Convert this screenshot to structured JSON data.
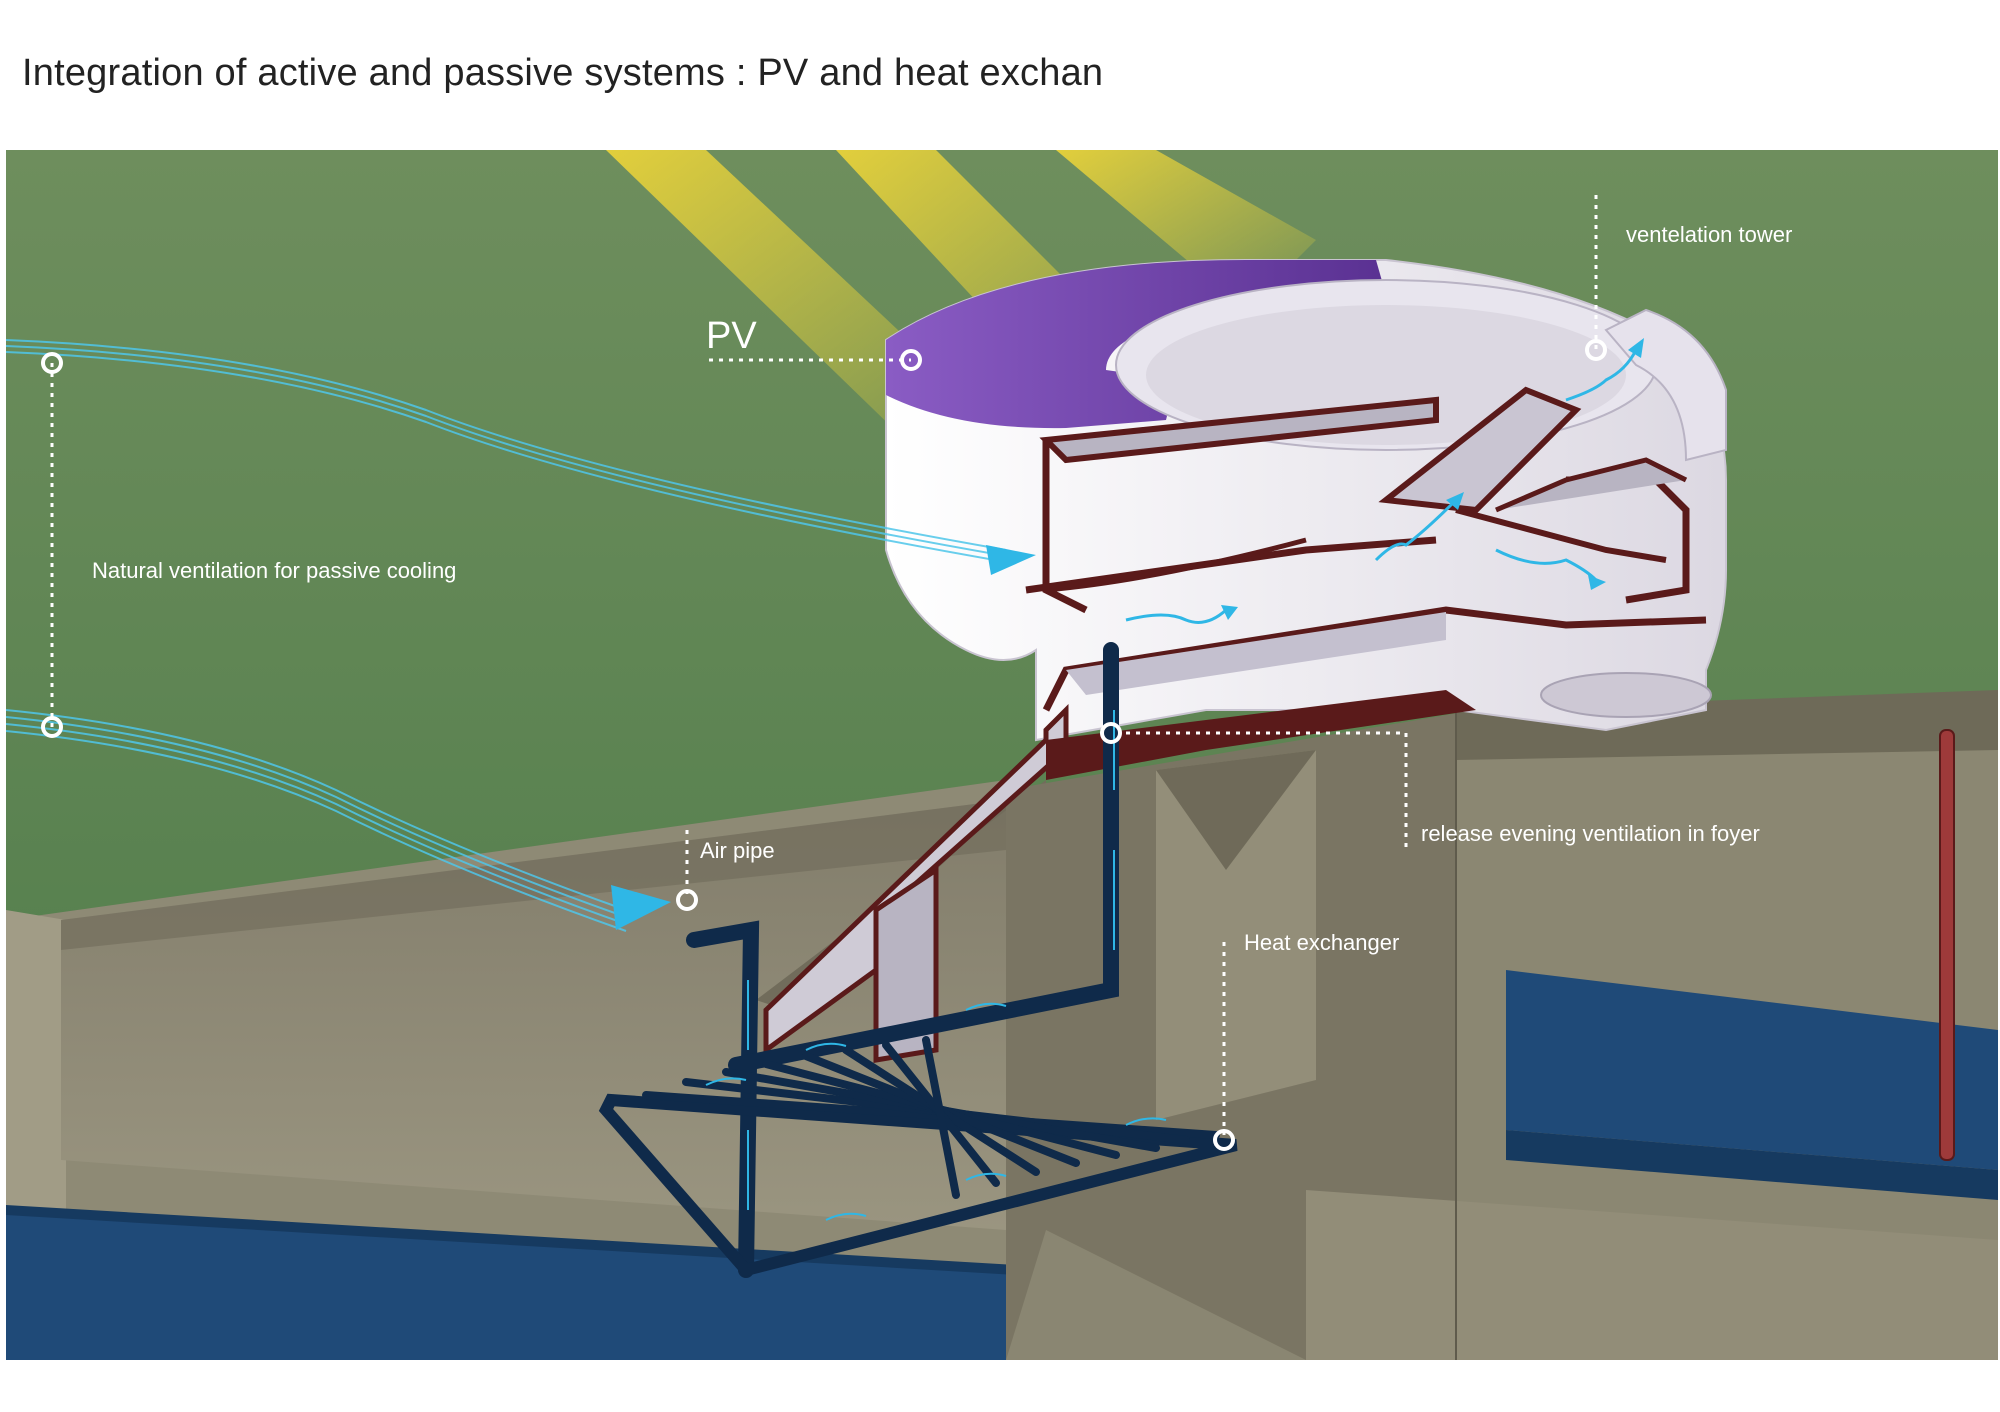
{
  "title": "Integration of active and passive systems : PV and  heat exchan",
  "labels": {
    "pv": "PV",
    "ventilation_tower": "ventelation  tower",
    "natural_ventilation": "Natural ventilation for passive cooling",
    "air_pipe": "Air pipe",
    "release_ventilation": "release  evening ventilation in foyer",
    "heat_exchanger": "Heat exchanger"
  },
  "colors": {
    "ground": "#4f7c4a",
    "earth": "#8a8672",
    "earth_dark": "#6f6b5a",
    "water": "#1f4a78",
    "building": "#f4f2f6",
    "pv_panel": "#6a3fa6",
    "wall_cut": "#5a1a1a",
    "pipe": "#0f2a4a",
    "airflow": "#2fb7e6",
    "sun_ray": "#e8d23a",
    "leader": "#ffffff"
  }
}
